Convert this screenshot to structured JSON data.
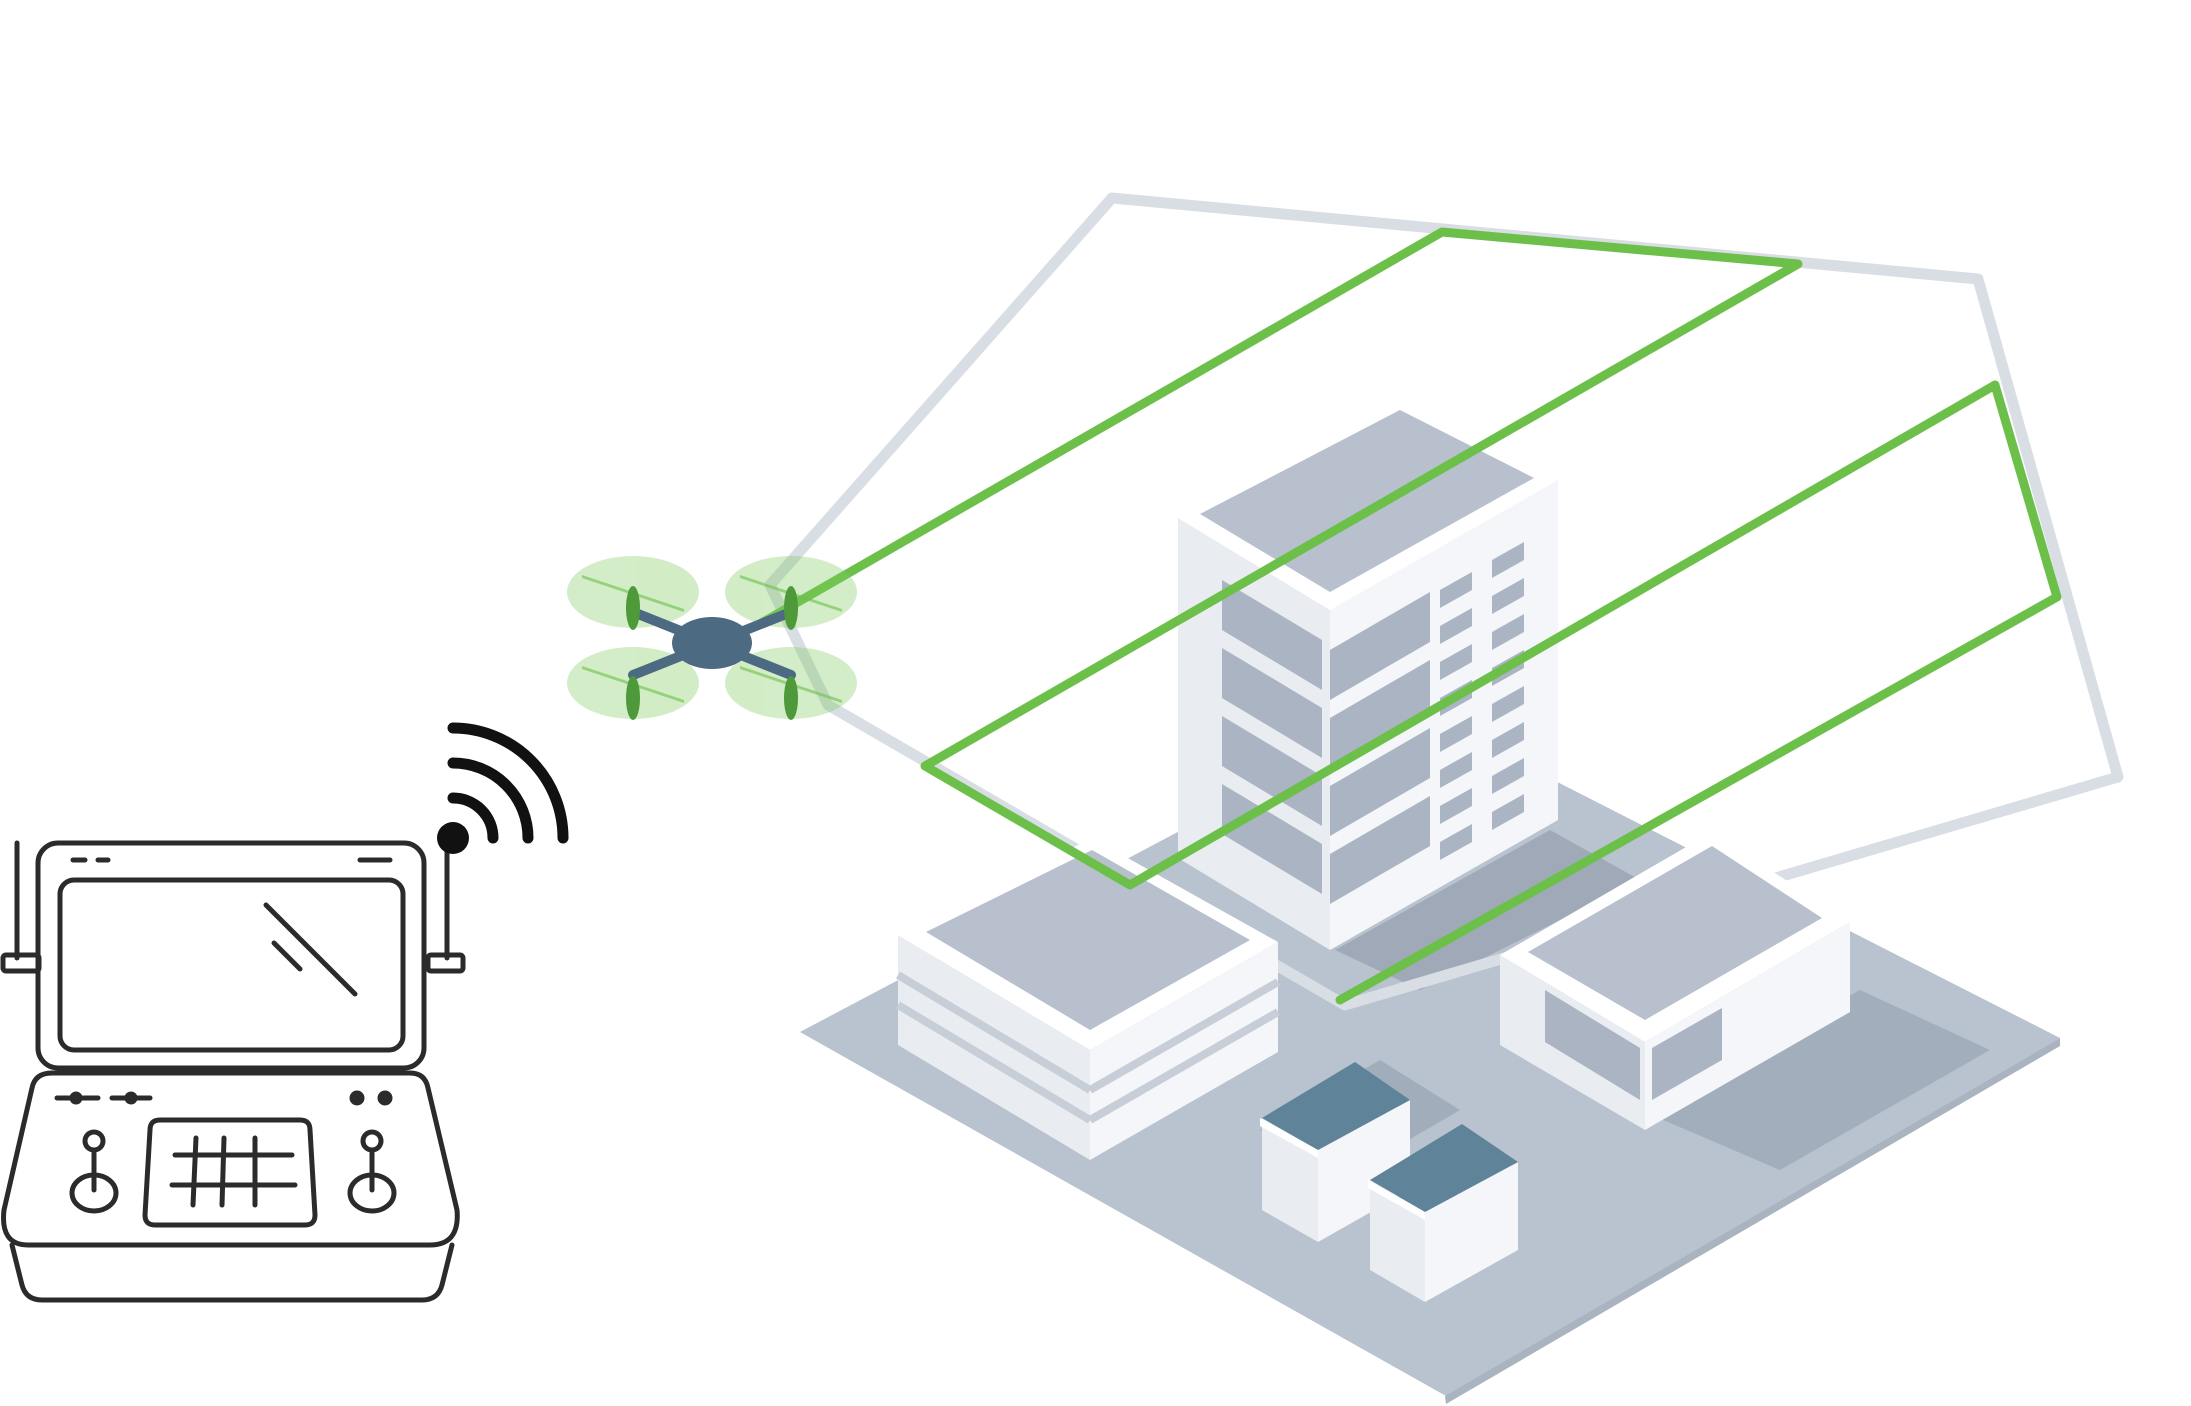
{
  "colors": {
    "background": "#ffffff",
    "flight_path": "#6cc04a",
    "boundary": "#d9dee5",
    "ground": "#b9c2cf",
    "ground_shadow": "#9aa5b3",
    "building_roof": "#b7c0cc",
    "building_left": "#e9ecf1",
    "building_right": "#f4f6f9",
    "building_edge": "#ffffff",
    "window": "#aab4c2",
    "house_roof": "#5f8399",
    "drone_body": "#4c6a82",
    "drone_rotor": "#7fcc5e",
    "controller_stroke": "#2b2b2b"
  },
  "icons": {
    "drone": "drone-icon",
    "controller": "remote-controller-icon",
    "signal": "wireless-signal-icon"
  },
  "elements": {
    "flight_path": "zigzag-survey-route",
    "boundary": "survey-area-polygon",
    "ground": "city-block-ground",
    "tower": "office-tower",
    "low_building": "low-office-building",
    "cube_building": "cube-building",
    "houses": [
      "house-a",
      "house-b"
    ]
  }
}
